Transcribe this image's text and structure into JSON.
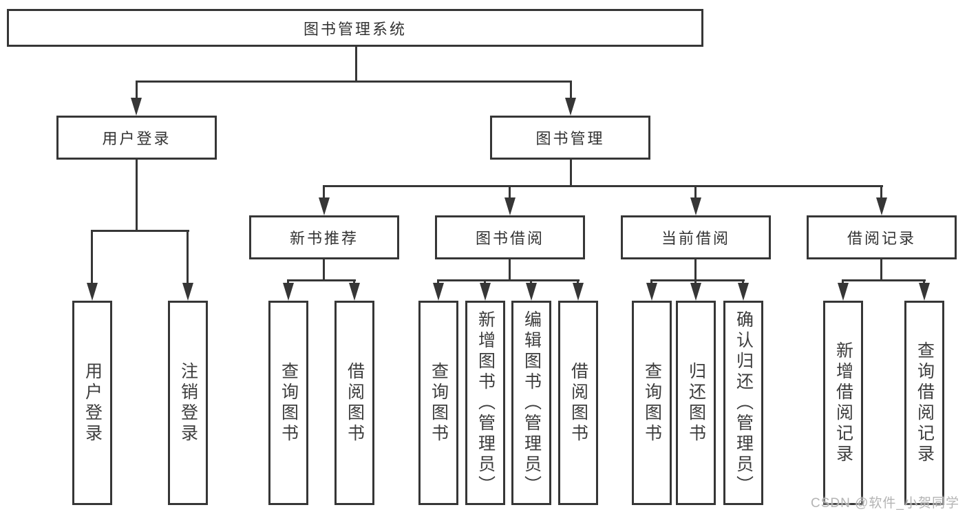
{
  "root": {
    "label": "图书管理系统"
  },
  "level2": {
    "user_login": "用户登录",
    "book_mgmt": "图书管理"
  },
  "level3": {
    "new_books": "新书推荐",
    "book_borrow": "图书借阅",
    "current_borrow": "当前借阅",
    "borrow_records": "借阅记录"
  },
  "leaves": {
    "user_login": "用户登录",
    "logout": "注销登录",
    "nb_query_books": "查询图书",
    "nb_borrow_books": "借阅图书",
    "bb_query_books": "查询图书",
    "bb_add_books": "新增图书（管理员）",
    "bb_edit_books": "编辑图书（管理员）",
    "bb_borrow_books": "借阅图书",
    "cb_query_books": "查询图书",
    "cb_return_books": "归还图书",
    "cb_confirm_return": "确认归还（管理员）",
    "br_add_record": "新增借阅记录",
    "br_query_record": "查询借阅记录"
  },
  "watermark": {
    "text": "CSDN @软件_小贺同学"
  },
  "colors": {
    "line": "#363636",
    "text": "#333333",
    "watermark": "#b4b4b4",
    "background": "#ffffff"
  }
}
